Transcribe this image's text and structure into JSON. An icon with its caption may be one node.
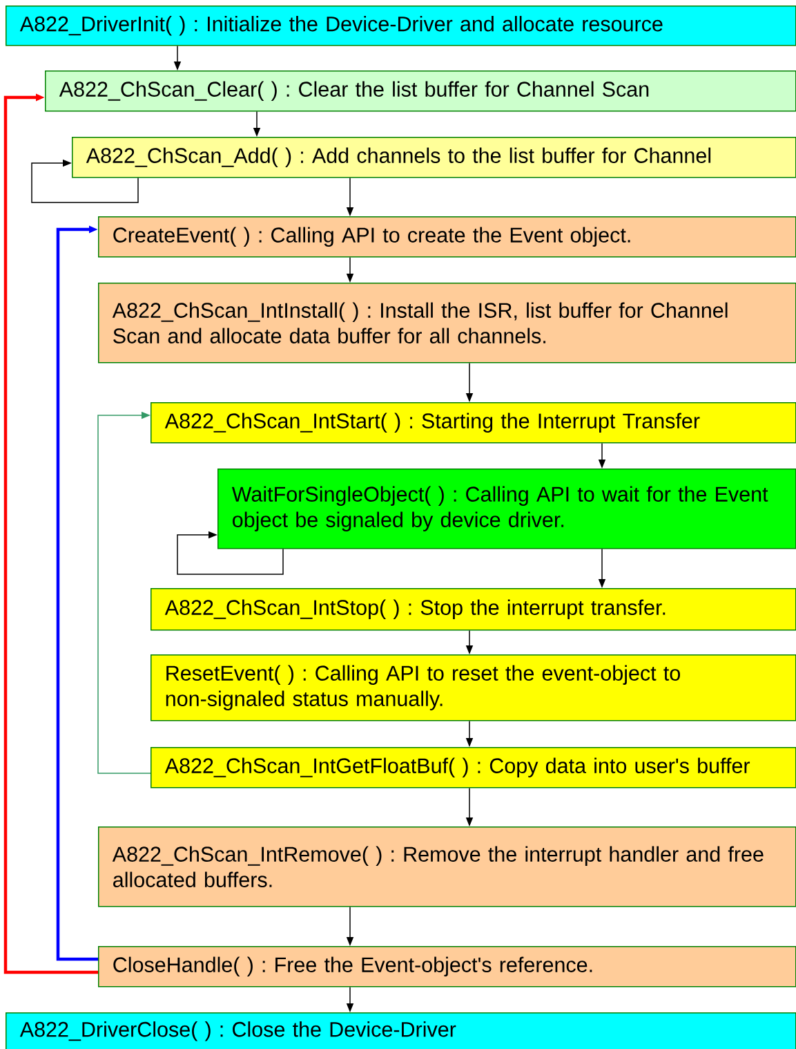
{
  "diagram": {
    "nodes": [
      {
        "text": [
          "A822_DriverInit( ) : Initialize the Device-Driver and allocate resource"
        ]
      },
      {
        "text": [
          "A822_ChScan_Clear( ) : Clear the list buffer for Channel Scan"
        ]
      },
      {
        "text": [
          "A822_ChScan_Add( ) : Add channels to the list buffer for Channel"
        ]
      },
      {
        "text": [
          "CreateEvent( ) : Calling API to create the Event object."
        ]
      },
      {
        "text": [
          "A822_ChScan_IntInstall( ) : Install the ISR, list buffer for Channel Scan and allocate data buffer for all channels."
        ]
      },
      {
        "text": [
          "A822_ChScan_IntStart( ) : Starting the Interrupt Transfer"
        ]
      },
      {
        "text": [
          "WaitForSingleObject( ) : Calling API to wait for the Event object be signaled by device driver."
        ]
      },
      {
        "text": [
          "A822_ChScan_IntStop( ) : Stop the interrupt transfer."
        ]
      },
      {
        "text": [
          "ResetEvent( ) : Calling API to reset the event-object to non-signaled status manually."
        ]
      },
      {
        "text": [
          "A822_ChScan_IntGetFloatBuf( ) : Copy data into user's buffer"
        ]
      },
      {
        "text": [
          "A822_ChScan_IntRemove( ) : Remove the interrupt handler and free allocated buffers."
        ]
      },
      {
        "text": [
          "CloseHandle( ) : Free the Event-object's reference."
        ]
      },
      {
        "text": [
          "A822_DriverClose( ) : Close the Device-Driver"
        ]
      }
    ],
    "edges": [
      {
        "from": 0,
        "to": 1,
        "arrow": "to"
      },
      {
        "from": 1,
        "to": 2,
        "arrow": "to"
      },
      {
        "from": 2,
        "to": 2,
        "arrow": "to"
      },
      {
        "from": 2,
        "to": 3,
        "arrow": "to"
      },
      {
        "from": 3,
        "to": 4,
        "arrow": "to"
      },
      {
        "from": 4,
        "to": 5,
        "arrow": "to"
      },
      {
        "from": 5,
        "to": 6,
        "arrow": "to"
      },
      {
        "from": 6,
        "to": 6,
        "arrow": "to"
      },
      {
        "from": 6,
        "to": 7,
        "arrow": "to"
      },
      {
        "from": 7,
        "to": 8,
        "arrow": "to"
      },
      {
        "from": 8,
        "to": 9,
        "arrow": "to"
      },
      {
        "from": 9,
        "to": 5,
        "arrow": "to",
        "color": "#339966"
      },
      {
        "from": 9,
        "to": 10,
        "arrow": "to"
      },
      {
        "from": 10,
        "to": 11,
        "arrow": "to"
      },
      {
        "from": 11,
        "to": 3,
        "arrow": "to",
        "style": "thick",
        "color": "#0000ff"
      },
      {
        "from": 11,
        "to": 1,
        "arrow": "to",
        "style": "thick",
        "color": "#ff0000"
      },
      {
        "from": 11,
        "to": 12,
        "arrow": "to"
      }
    ]
  }
}
